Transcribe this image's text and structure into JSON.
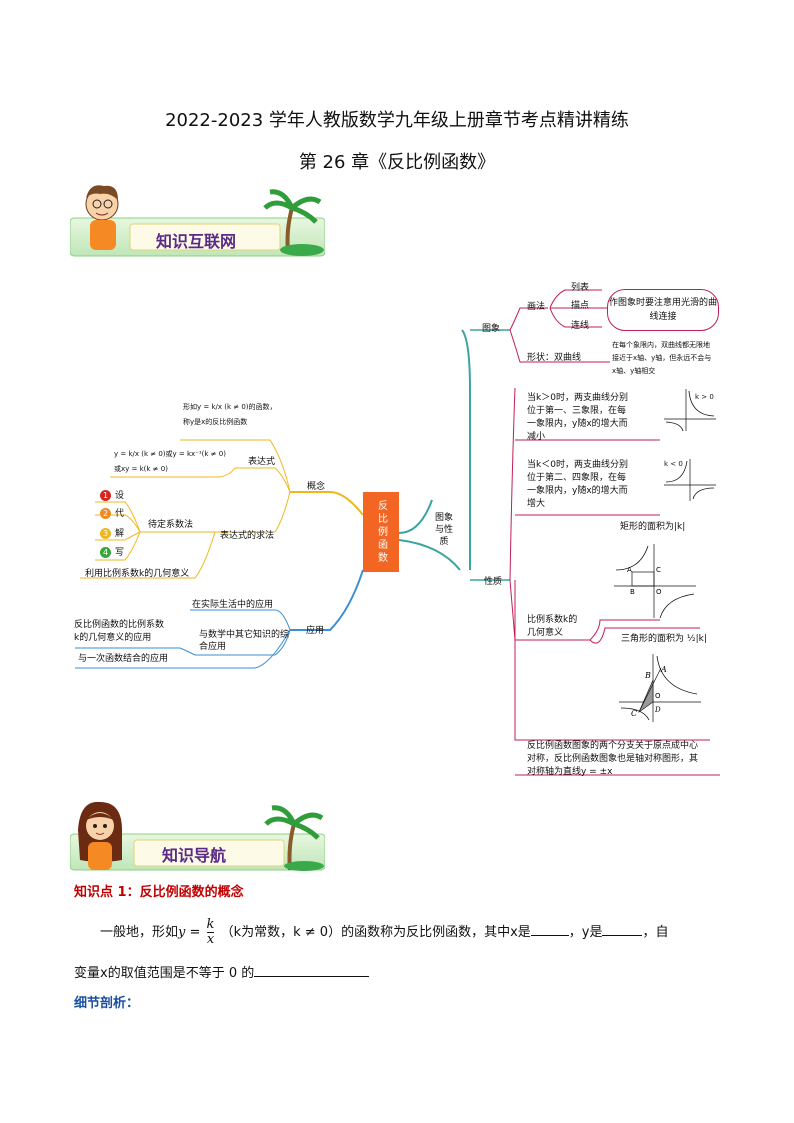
{
  "header": {
    "title": "2022-2023 学年人教版数学九年级上册章节考点精讲精练",
    "chapter": "第 26 章《反比例函数》"
  },
  "banners": {
    "network": "知识互联网",
    "navigation": "知识导航"
  },
  "mindmap": {
    "center": "反比例函数",
    "left": {
      "concept": "概念",
      "concept_def_line1": "形如y = k/x (k ≠ 0)的函数，",
      "concept_def_line2": "称y是x的反比例函数",
      "expression": "表达式",
      "expression_forms_line1": "y = k/x (k ≠ 0)或y = kx⁻¹(k ≠ 0)",
      "expression_forms_line2": "或xy = k(k ≠ 0)",
      "find_expression": "表达式的求法",
      "undetermined": "待定系数法",
      "steps": [
        {
          "num": "1",
          "label": "设",
          "color": "#d7261e"
        },
        {
          "num": "2",
          "label": "代",
          "color": "#f08a1c"
        },
        {
          "num": "3",
          "label": "解",
          "color": "#f0b71c"
        },
        {
          "num": "4",
          "label": "写",
          "color": "#3aa53a"
        }
      ],
      "geo_k": "利用比例系数k的几何意义",
      "application": "应用",
      "app_items": [
        "在实际生活中的应用",
        "与数学中其它知识的综合应用",
        "与一次函数结合的应用"
      ],
      "app_k_line1": "反比例函数的比例系数",
      "app_k_line2": "k的几何意义的应用"
    },
    "right": {
      "graph_props": "图象与性质",
      "graph": "图象",
      "method": "画法",
      "steps": [
        "列表",
        "描点",
        "连线"
      ],
      "note": "作图象时要注意用光滑的曲线连接",
      "shape": "形状：双曲线",
      "shape_desc_line1": "在每个象限内，双曲线都无限地",
      "shape_desc_line2": "接近于x轴、y轴，但永远不会与",
      "shape_desc_line3": "x轴、y轴相交",
      "properties": "性质",
      "kpos_line1": "当k＞0时，两支曲线分别",
      "kpos_line2": "位于第一、三象限，在每",
      "kpos_line3": "一象限内，y随x的增大而",
      "kpos_line4": "减小",
      "kpos_label": "k > 0",
      "kneg_line1": "当k＜0时，两支曲线分别",
      "kneg_line2": "位于第二、四象限，在每",
      "kneg_line3": "一象限内，y随x的增大而",
      "kneg_line4": "增大",
      "kneg_label": "k < 0",
      "geo_meaning_line1": "比例系数k的",
      "geo_meaning_line2": "几何意义",
      "rect_area": "矩形的面积为|k|",
      "tri_area": "三角形的面积为 ½|k|",
      "symmetry_line1": "反比例函数图象的两个分支关于原点成中心",
      "symmetry_line2": "对称，反比例函数图象也是轴对称图形，其",
      "symmetry_line3": "对称轴为直线y = ±x"
    }
  },
  "knowledge_point": {
    "title": "知识点 1：反比例函数的概念",
    "para_line1_a": "一般地，形如",
    "para_fraction_num": "k",
    "para_fraction_den": "x",
    "para_line1_b": "（k为常数，k ≠ 0）的函数称为反比例函数，其中x是",
    "para_line1_c": "，y是",
    "para_line1_d": "，自",
    "para_line2": "变量x的取值范围是不等于 0 的",
    "detail": "细节剖析："
  }
}
